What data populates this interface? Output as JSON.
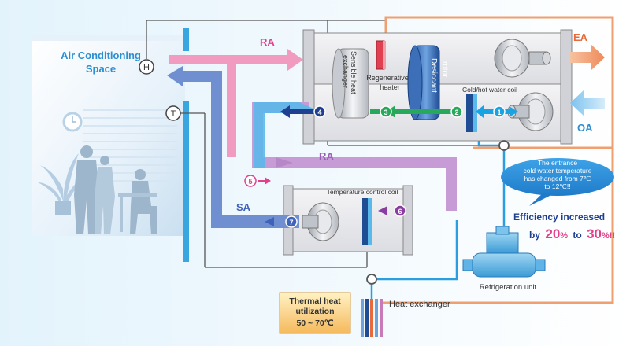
{
  "labels": {
    "space_line1": "Air Conditioning",
    "space_line2": "Space",
    "sensor_h": "H",
    "sensor_t": "T",
    "ra_top": "RA",
    "ra_mid": "RA",
    "ea": "EA",
    "oa": "OA",
    "sa": "SA",
    "sensible_line1": "Sensible heat",
    "sensible_line2": "exchanger",
    "regen_line1": "Regenerative",
    "regen_line2": "heater",
    "desiccant_line1": "Desiccant",
    "desiccant_line2": "rotor",
    "coil_top": "Cold/hot water coil",
    "coil_bottom": "Temperature control coil",
    "callout_line1": "The entrance",
    "callout_line2": "cold water temperature",
    "callout_line3": "has changed from 7℃",
    "callout_line4": "to 12℃!!",
    "efficiency_line1": "Efficiency increased",
    "efficiency_by": "by",
    "efficiency_v1": "20",
    "efficiency_pct1": "%",
    "efficiency_to": "to",
    "efficiency_v2": "30",
    "efficiency_pct2": "%!!",
    "refrigeration": "Refrigeration unit",
    "heat_exchanger": "Heat exchanger",
    "thermal_line1": "Thermal heat",
    "thermal_line2": "utilization",
    "thermal_line3": "50 ~ 70℃"
  },
  "steps": [
    "1",
    "2",
    "3",
    "4",
    "5",
    "6",
    "7"
  ],
  "colors": {
    "pink": "#f29bc0",
    "blue": "#6f8fd0",
    "cyan": "#5bb8ea",
    "lilac": "#c79bd6",
    "orange": "#f0a070",
    "green": "#27a85a",
    "navy": "#1f3f90",
    "magenta": "#e2408a",
    "efficiency_blue": "#1f3f90"
  }
}
